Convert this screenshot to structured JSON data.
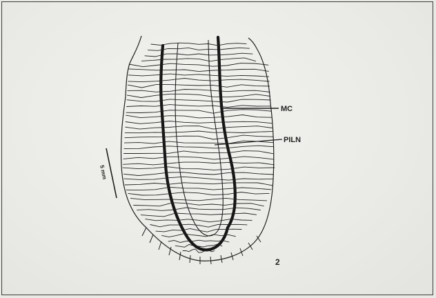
{
  "figure": {
    "label_mc": "MC",
    "label_piln": "PILN",
    "scale_bar_label": "5 mm",
    "figure_number": "2"
  }
}
